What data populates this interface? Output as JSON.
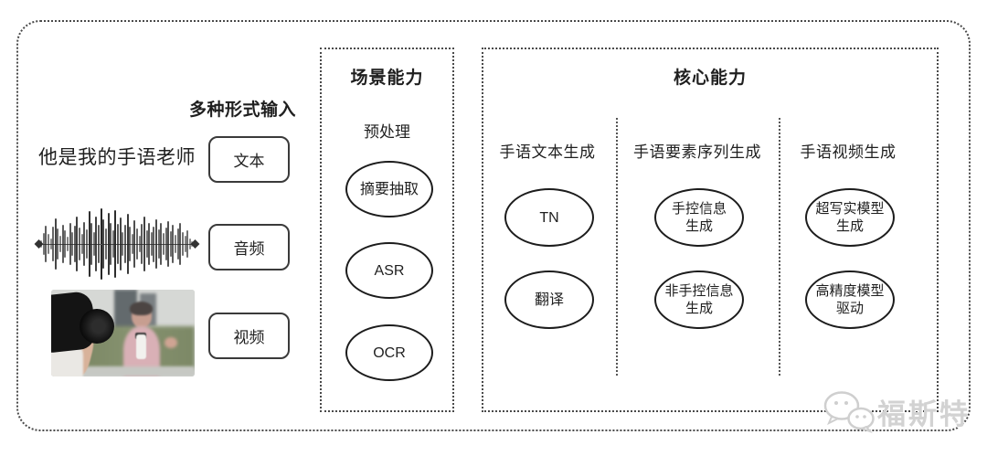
{
  "inputs": {
    "title": "多种形式输入",
    "sample_text": "他是我的手语老师",
    "items": [
      {
        "label": "文本"
      },
      {
        "label": "音频"
      },
      {
        "label": "视频"
      }
    ]
  },
  "scene": {
    "title": "场景能力",
    "subtitle": "预处理",
    "nodes": [
      "摘要抽取",
      "ASR",
      "OCR"
    ]
  },
  "core": {
    "title": "核心能力",
    "columns": [
      {
        "header": "手语文本生成",
        "nodes": [
          {
            "line1": "TN",
            "line2": ""
          },
          {
            "line1": "翻译",
            "line2": ""
          }
        ]
      },
      {
        "header": "手语要素序列生成",
        "nodes": [
          {
            "line1": "手控信息",
            "line2": "生成"
          },
          {
            "line1": "非手控信息",
            "line2": "生成"
          }
        ]
      },
      {
        "header": "手语视频生成",
        "nodes": [
          {
            "line1": "超写实模型",
            "line2": "生成"
          },
          {
            "line1": "高精度模型",
            "line2": "驱动"
          }
        ]
      }
    ]
  },
  "watermark": {
    "text": "福斯特"
  },
  "colors": {
    "border": "#4a4a4a",
    "ellipse_stroke": "#1c1c1c",
    "text": "#1f1f1f",
    "watermark": "#d2d2d2"
  },
  "waveform": {
    "heights": [
      0.1,
      0.32,
      0.52,
      0.28,
      0.16,
      0.48,
      0.72,
      0.44,
      0.24,
      0.55,
      0.38,
      0.2,
      0.58,
      0.34,
      0.52,
      0.78,
      0.46,
      0.28,
      0.62,
      0.4,
      0.92,
      0.58,
      0.34,
      0.76,
      0.54,
      1.0,
      0.7,
      0.44,
      0.86,
      0.6,
      0.38,
      0.95,
      0.56,
      0.74,
      0.34,
      0.54,
      0.84,
      0.48,
      0.28,
      0.66,
      0.44,
      0.24,
      0.56,
      0.76,
      0.38,
      0.6,
      0.34,
      0.5,
      0.7,
      0.4,
      0.58,
      0.32,
      0.46,
      0.64,
      0.36,
      0.54,
      0.26,
      0.44,
      0.58,
      0.34,
      0.22,
      0.38,
      0.16,
      0.08
    ]
  }
}
